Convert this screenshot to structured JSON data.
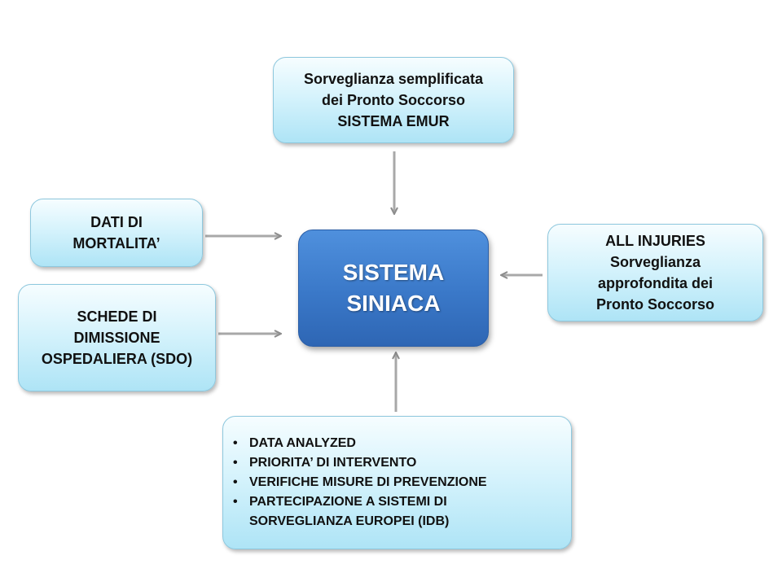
{
  "center": {
    "lines": [
      "SISTEMA",
      "SINIACA"
    ]
  },
  "top_box": {
    "lines": [
      "Sorveglianza semplificata",
      "dei Pronto Soccorso",
      "SISTEMA EMUR"
    ]
  },
  "left_top_box": {
    "lines": [
      "DATI DI",
      "MORTALITA’"
    ]
  },
  "left_bottom_box": {
    "lines": [
      "SCHEDE DI",
      "DIMISSIONE",
      "OSPEDALIERA (SDO)"
    ]
  },
  "right_box": {
    "lines": [
      "ALL INJURIES",
      "Sorveglianza",
      "approfondita dei",
      "Pronto Soccorso"
    ]
  },
  "bottom_box": {
    "bullet_symbol": "•",
    "items": [
      "DATA ANALYZED",
      "PRIORITA’ DI INTERVENTO",
      "VERIFICHE MISURE DI PREVENZIONE",
      "PARTECIPAZIONE A SISTEMI DI",
      "SORVEGLIANZA EUROPEI (IDB)"
    ],
    "bullet_visible": [
      true,
      true,
      true,
      true,
      false
    ]
  },
  "colors": {
    "center_fill": "#3a78c8",
    "box_fill": "#d6f3fc",
    "arrow": "#8c8c8c"
  }
}
